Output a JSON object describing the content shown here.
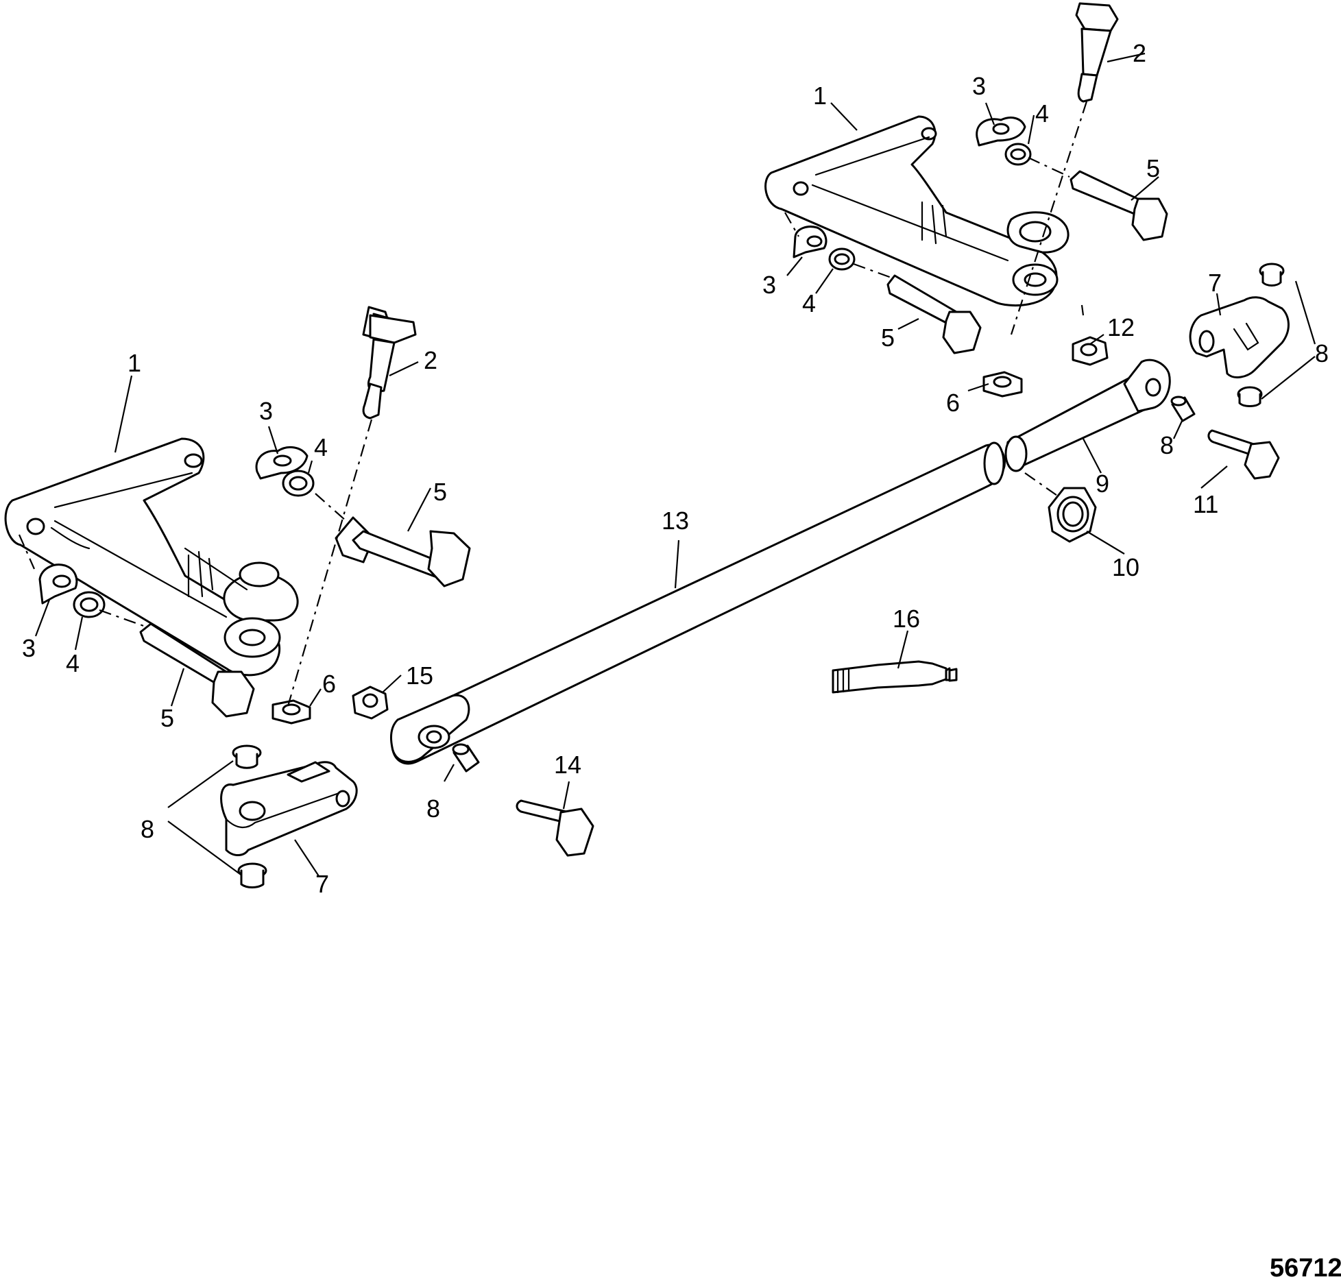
{
  "figure_number": "56712",
  "callouts": {
    "c1": "1",
    "c2": "2",
    "c3": "3",
    "c4": "4",
    "c5": "5",
    "c6": "6",
    "c7": "7",
    "c8": "8",
    "c9": "9",
    "c10": "10",
    "c11": "11",
    "c12": "12",
    "c13": "13",
    "c14": "14",
    "c15": "15",
    "c16": "16"
  }
}
